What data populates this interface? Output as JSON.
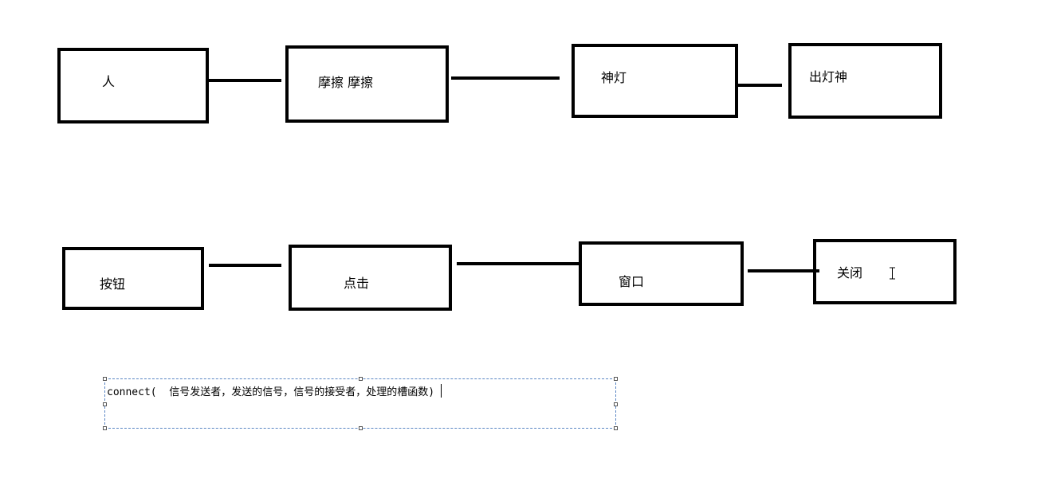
{
  "row1": {
    "boxes": [
      "人",
      "摩擦 摩擦",
      "神灯",
      "出灯神"
    ]
  },
  "row2": {
    "boxes": [
      "按钮",
      "点击",
      "窗口",
      "关闭"
    ]
  },
  "textbox": {
    "text": "connect(  信号发送者，发送的信号，信号的接受者，处理的槽函数)"
  },
  "colors": {
    "stroke": "#000000",
    "selection_border": "#5a86c4"
  },
  "icons": [
    "text-cursor-icon"
  ]
}
